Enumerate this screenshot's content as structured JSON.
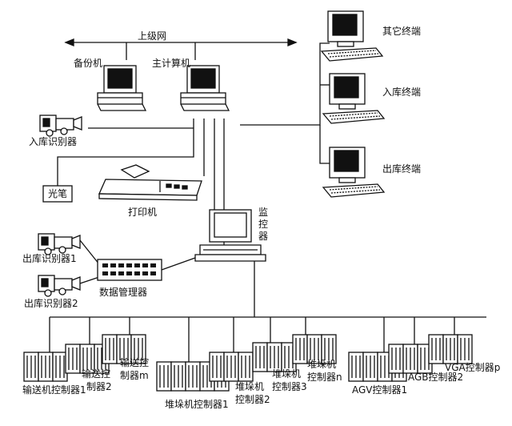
{
  "labels": {
    "upper_network": "上级网",
    "backup_machine": "备份机",
    "host_computer": "主计算机",
    "other_terminal": "其它终端",
    "inbound_terminal": "入库终端",
    "outbound_terminal": "出库终端",
    "inbound_identifier": "入库识别器",
    "light_pen": "光笔",
    "printer": "打印机",
    "monitor": "监控器",
    "outbound_identifier_1": "出库识别器1",
    "outbound_identifier_2": "出库识别器2",
    "data_manager": "数据管理器",
    "conveyor_controller_1": "输送机控制器1",
    "conveyor_controller_2_line1": "输送控",
    "conveyor_controller_2_line2": "制器2",
    "conveyor_controller_m_line1": "输送控",
    "conveyor_controller_m_line2": "制器m",
    "stacker_controller_1": "堆垛机控制器1",
    "stacker_controller_2_line1": "堆垛机",
    "stacker_controller_2_line2": "控制器2",
    "stacker_controller_3_line1": "堆垛机",
    "stacker_controller_3_line2": "控制器3",
    "stacker_controller_n_line1": "堆垛机",
    "stacker_controller_n_line2": "控制器n",
    "agv_controller_1": "AGV控制器1",
    "agb_controller_2": "AGB控制器2",
    "vga_controller_p": "VGA控制器p"
  }
}
